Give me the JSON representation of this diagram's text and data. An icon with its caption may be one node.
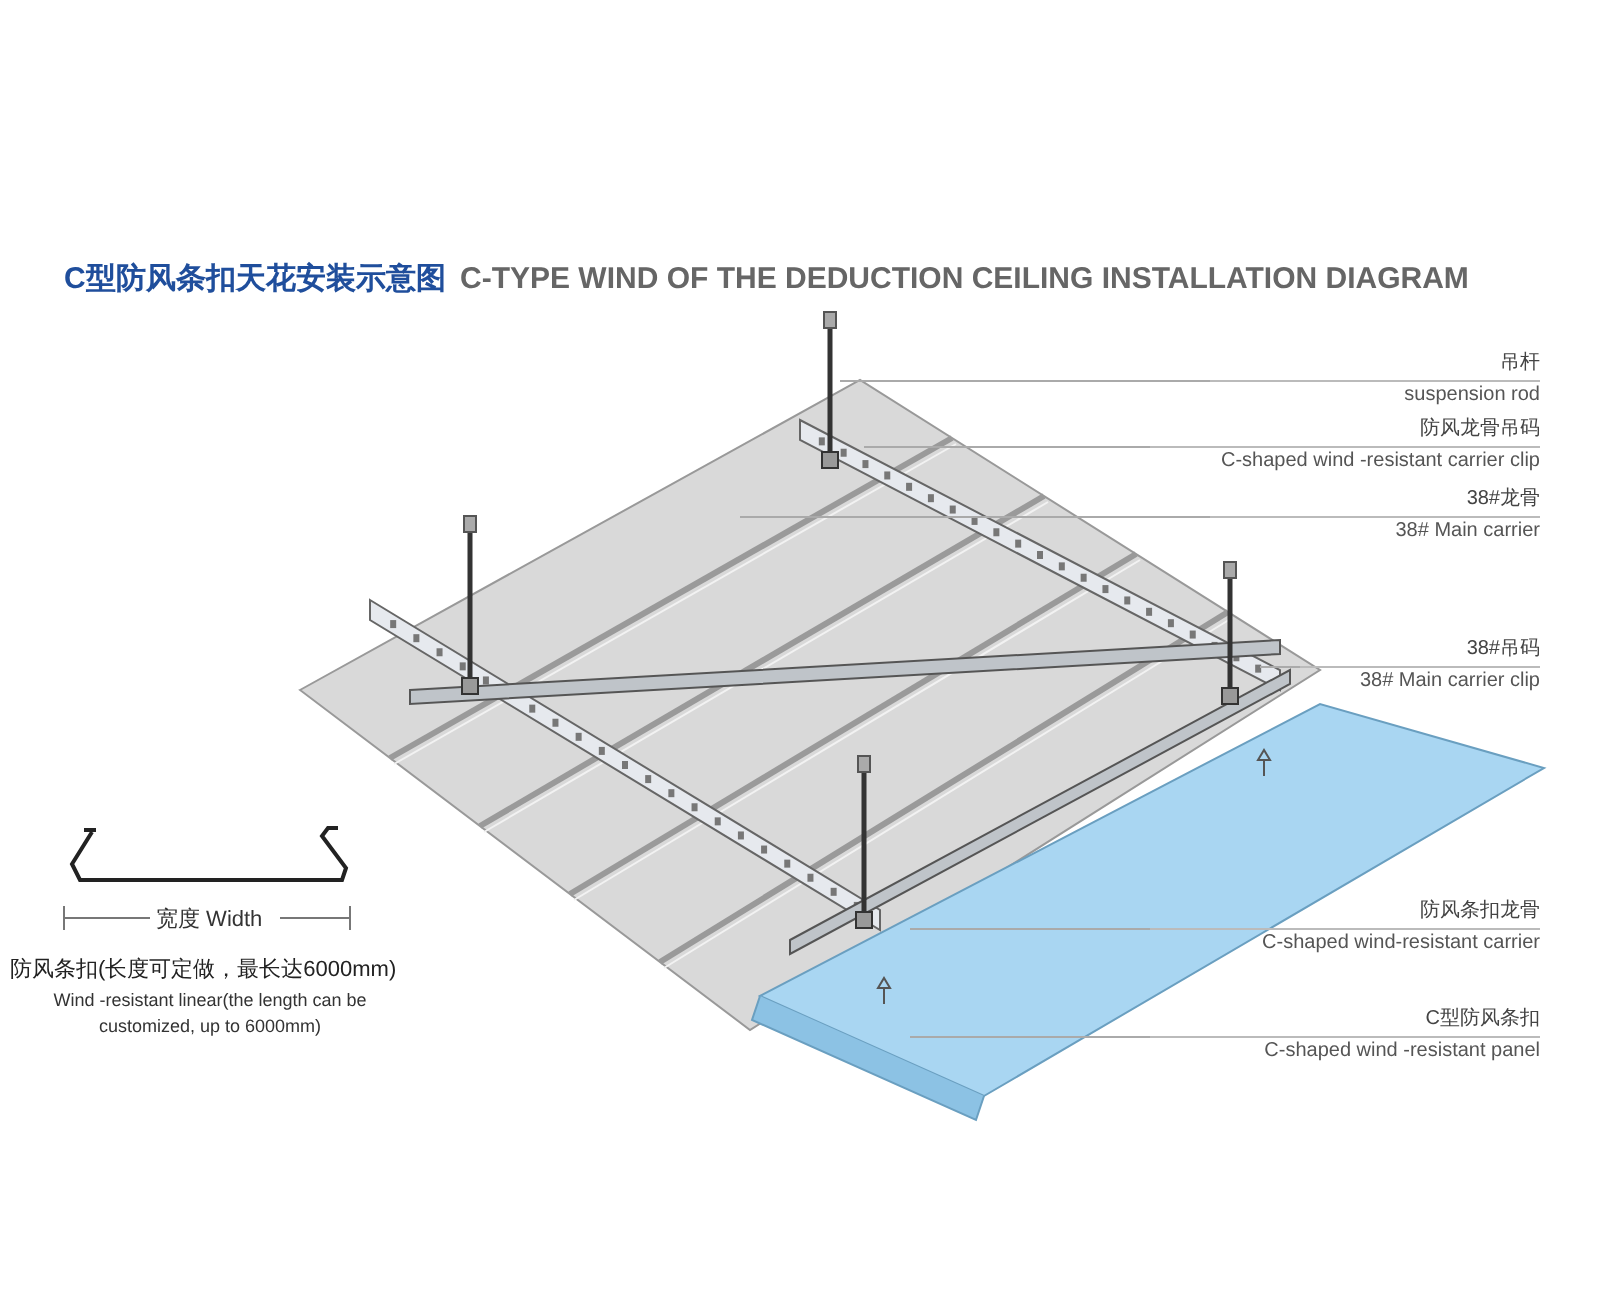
{
  "diagram": {
    "title": "C型防风条扣天花安装示意图",
    "nodes": [
      {
        "text": [
          "吊杆",
          "suspension rod"
        ]
      },
      {
        "text": [
          "防风龙骨吊码",
          "C-shaped  wind -resistant carrier clip"
        ]
      },
      {
        "text": [
          "38#龙骨",
          "38# Main carrier"
        ]
      },
      {
        "text": [
          "38#吊码",
          "38# Main carrier clip"
        ]
      },
      {
        "text": [
          "防风条扣龙骨",
          "C-shaped  wind-resistant carrier"
        ]
      },
      {
        "text": [
          "C型防风条扣",
          "C-shaped wind -resistant panel"
        ]
      }
    ],
    "edges": [
      {
        "from": 0,
        "to": null,
        "arrow": "none"
      },
      {
        "from": 1,
        "to": null,
        "arrow": "none"
      },
      {
        "from": 2,
        "to": null,
        "arrow": "none"
      },
      {
        "from": 3,
        "to": null,
        "arrow": "none"
      },
      {
        "from": 4,
        "to": null,
        "arrow": "none"
      },
      {
        "from": 5,
        "to": null,
        "arrow": "none"
      }
    ],
    "labels": [
      "C-TYPE WIND OF THE DEDUCTION CEILING INSTALLATION DIAGRAM",
      "宽度 Width",
      "防风条扣(长度可定做，最长达6000mm)",
      "Wind -resistant linear(the length can be customized, up to 6000mm)"
    ]
  }
}
